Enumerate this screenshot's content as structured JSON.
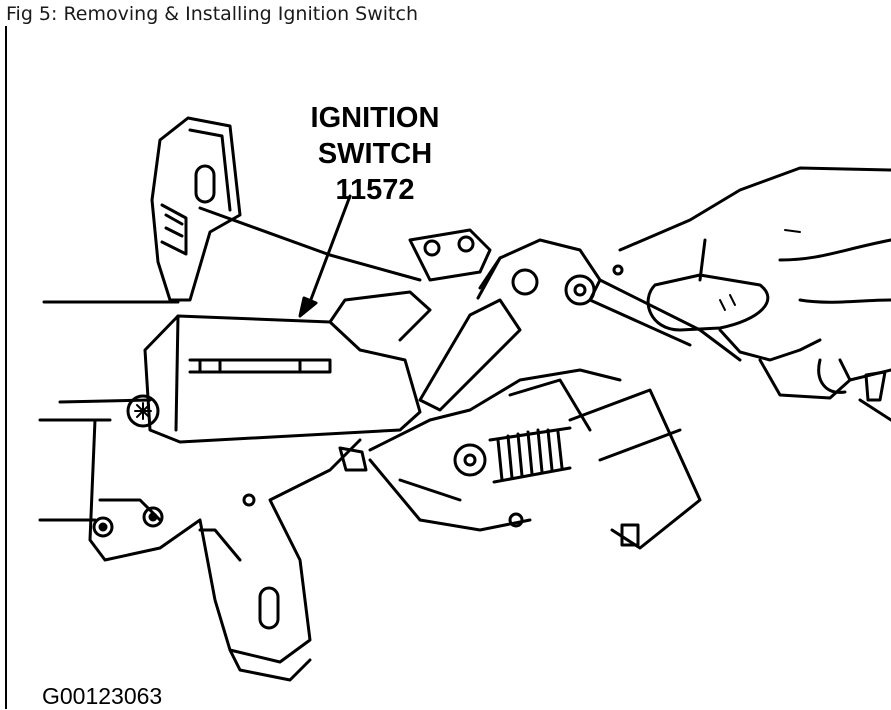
{
  "figure": {
    "title": "Fig 5: Removing & Installing Ignition Switch",
    "callout": {
      "line1": "IGNITION",
      "line2": "SWITCH",
      "line3": "11572"
    },
    "image_id": "G00123063"
  }
}
